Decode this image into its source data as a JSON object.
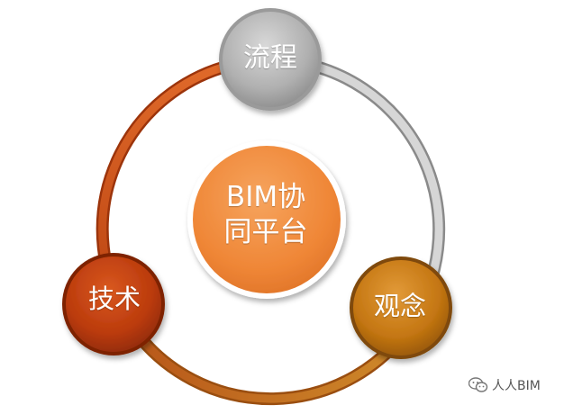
{
  "diagram": {
    "center": {
      "line1": "BIM协",
      "line2": "同平台"
    },
    "nodes": {
      "top": {
        "label": "流程"
      },
      "left": {
        "label": "技术"
      },
      "right": {
        "label": "观念"
      }
    }
  },
  "watermark": {
    "text": "人人BIM",
    "icon": "wechat-icon"
  },
  "colors": {
    "center": "#f08a3c",
    "top": "#b3b3b3",
    "left": "#c0400f",
    "right": "#c77a14",
    "ring_gray": "#bcbcbc",
    "ring_orange": "#d4551a",
    "ring_gold": "#cc7a1c"
  }
}
